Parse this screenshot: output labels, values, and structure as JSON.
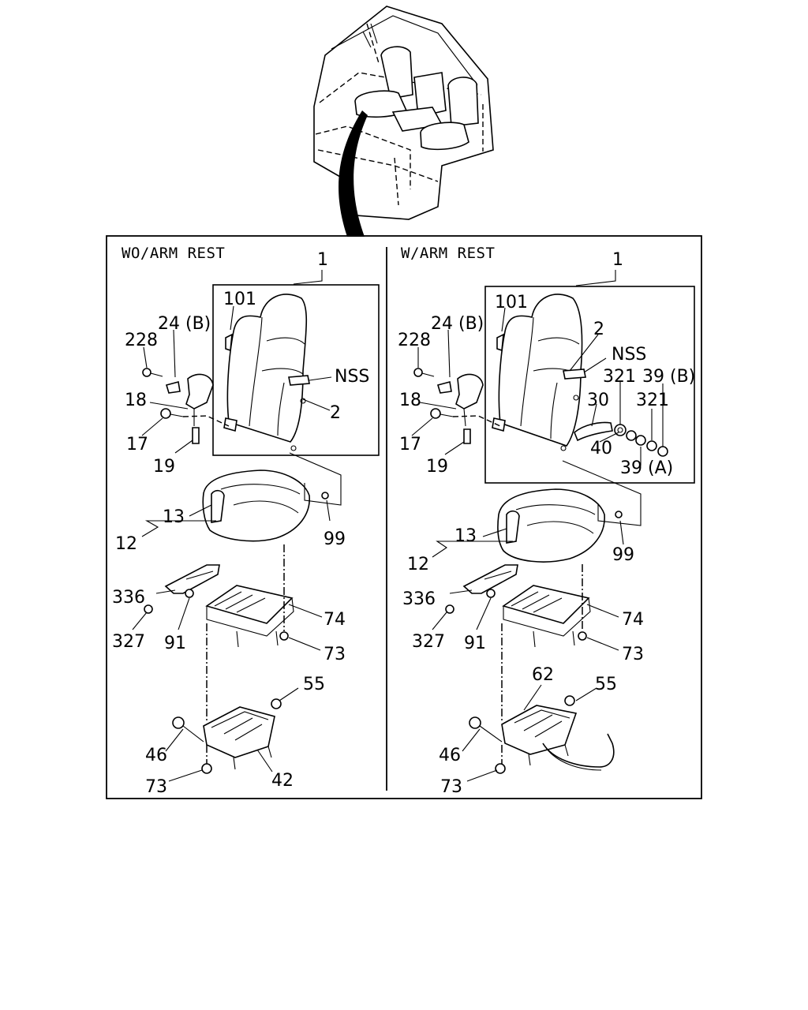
{
  "panels": {
    "left": {
      "title": "WO/ARM REST",
      "callouts": {
        "c1": "1",
        "c101": "101",
        "c24b": "24 (B)",
        "c228": "228",
        "cNSS": "NSS",
        "c18": "18",
        "c2": "2",
        "c17": "17",
        "c19": "19",
        "c13": "13",
        "c99": "99",
        "c12": "12",
        "c336": "336",
        "c74": "74",
        "c327": "327",
        "c91": "91",
        "c73a": "73",
        "c55": "55",
        "c46": "46",
        "c73b": "73",
        "c42": "42"
      }
    },
    "right": {
      "title": "W/ARM REST",
      "callouts": {
        "c1": "1",
        "c101": "101",
        "c2": "2",
        "c24b": "24 (B)",
        "c228": "228",
        "cNSS": "NSS",
        "c321a": "321",
        "c39b": "39 (B)",
        "c18": "18",
        "c30": "30",
        "c321b": "321",
        "c17": "17",
        "c40": "40",
        "c19": "19",
        "c39a": "39 (A)",
        "c13": "13",
        "c99": "99",
        "c12": "12",
        "c336": "336",
        "c74": "74",
        "c327": "327",
        "c91": "91",
        "c73a": "73",
        "c62": "62",
        "c55": "55",
        "c46": "46",
        "c73b": "73"
      }
    }
  }
}
